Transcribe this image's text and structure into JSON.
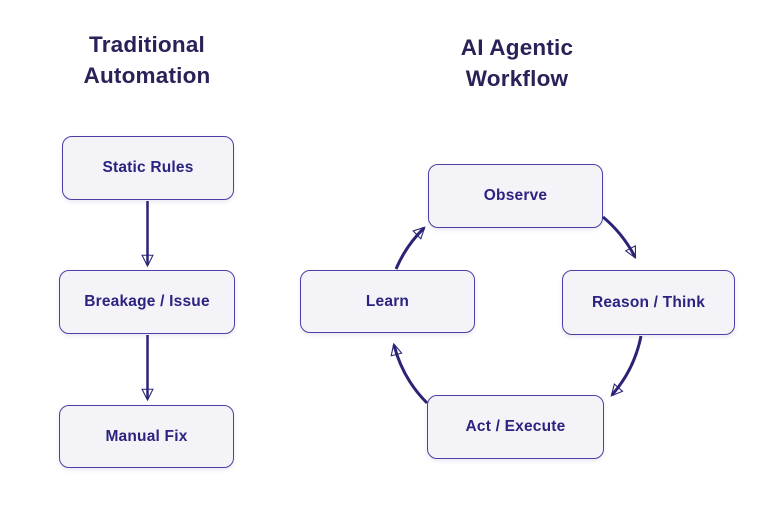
{
  "diagram": {
    "left_panel": {
      "title": "Traditional Automation",
      "nodes": [
        "Static Rules",
        "Breakage / Issue",
        "Manual Fix"
      ],
      "edges": [
        {
          "from": "Static Rules",
          "to": "Breakage / Issue"
        },
        {
          "from": "Breakage / Issue",
          "to": "Manual Fix"
        }
      ],
      "flow_type": "linear"
    },
    "right_panel": {
      "title": "AI Agentic Workflow",
      "nodes": [
        "Observe",
        "Reason / Think",
        "Act / Execute",
        "Learn"
      ],
      "edges": [
        {
          "from": "Observe",
          "to": "Reason / Think"
        },
        {
          "from": "Reason / Think",
          "to": "Act / Execute"
        },
        {
          "from": "Act / Execute",
          "to": "Learn"
        },
        {
          "from": "Learn",
          "to": "Observe"
        }
      ],
      "flow_type": "cycle"
    },
    "colors": {
      "background": "#ffffff",
      "node_fill": "#f4f4f8",
      "node_border": "#4a40a8",
      "node_text": "#2b2380",
      "title_text": "#2a2158",
      "arrow": "#2b2475"
    }
  }
}
